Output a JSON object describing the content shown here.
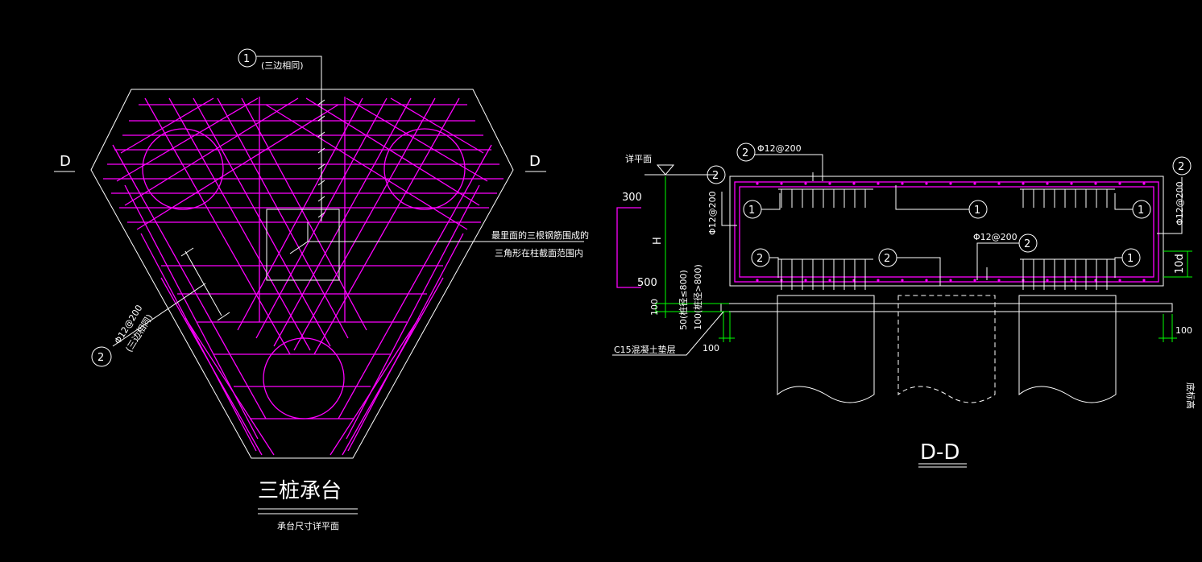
{
  "plan": {
    "title": "三桩承台",
    "subtitle": "承台尺寸详平面",
    "section_left": "D",
    "section_right": "D",
    "callout1_num": "1",
    "callout1_note": "(三边相同)",
    "callout2_num": "2",
    "callout2_spec": "Φ12@200",
    "callout2_note": "(三边相同)",
    "center_note_line1": "最里面的三根钢筋围成的",
    "center_note_line2": "三角形在柱截面范围内"
  },
  "section": {
    "title": "D-D",
    "elev_label": "详平面",
    "top_bar_num": "2",
    "top_bar_spec": "Φ12@200",
    "left_side_num": "2",
    "left_side_spec": "Φ12@200",
    "right_side_num": "2",
    "right_side_spec": "Φ12@200",
    "mid_bar_num": "2",
    "mid_bar_spec": "Φ12@200",
    "bubble1": "1",
    "bubble2": "2",
    "dim_300": "300",
    "dim_H": "H",
    "dim_500": "500",
    "dim_100_a": "100",
    "dim_50": "50(桩径≤800)",
    "dim_100_b": "100(桩径>800)",
    "dim_100_c": "100",
    "dim_100_d": "100",
    "dim_10d": "10d",
    "pad_label": "C15混凝土垫层",
    "right_note": "底标高"
  }
}
